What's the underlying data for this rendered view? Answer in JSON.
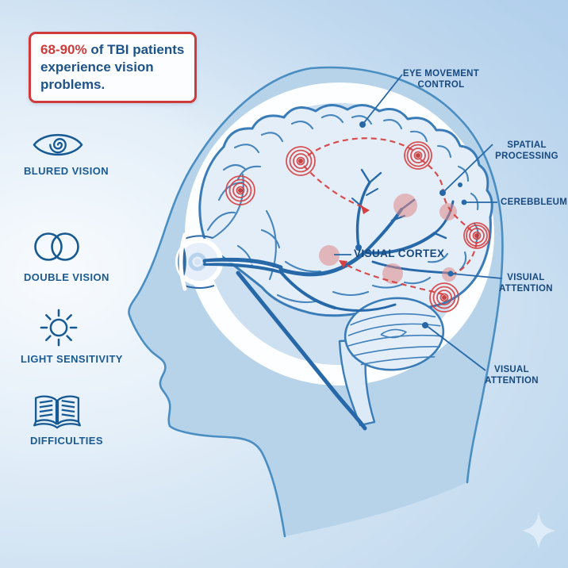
{
  "stat_box": {
    "highlight": "68-90%",
    "line1_rest": " of TBI patients",
    "line2": "experience vision",
    "line3": "problems."
  },
  "symptoms": [
    {
      "icon": "eye-spiral-icon",
      "label": "BLURED VISION"
    },
    {
      "icon": "double-vision-circles-icon",
      "label": "DOUBLE VISION"
    },
    {
      "icon": "sun-icon",
      "label": "LIGHT SENSITIVITY"
    },
    {
      "icon": "open-book-icon",
      "label": "DIFFICULTIES"
    }
  ],
  "brain_labels": {
    "eye_movement_control": {
      "line1": "EYE MOVEMENT",
      "line2": "CONTROL"
    },
    "spatial_processing": {
      "line1": "SPATIAL",
      "line2": "PROCESSING"
    },
    "cerebellum": {
      "text": "CEREBBLEUM"
    },
    "visual_cortex": {
      "text": "VISUAL CORTEX"
    },
    "visual_attention_right": {
      "line1": "VISUIAL",
      "line2": "ATTENTION"
    },
    "visual_attention_bottom": {
      "line1": "VISUAL",
      "line2": "ATTENTION"
    }
  },
  "colors": {
    "accent_red": "#cf3a3a",
    "target_red": "#d64040",
    "soft_red": "#e08a8a",
    "label_blue": "#17497e",
    "network_blue": "#2668a8",
    "brain_stroke": "#3a7cb8",
    "outline_blue": "#4a8ec2",
    "head_fill": "#b7d3ea",
    "halo_white": "#ffffff",
    "background_blue": "#bdd7ee"
  }
}
